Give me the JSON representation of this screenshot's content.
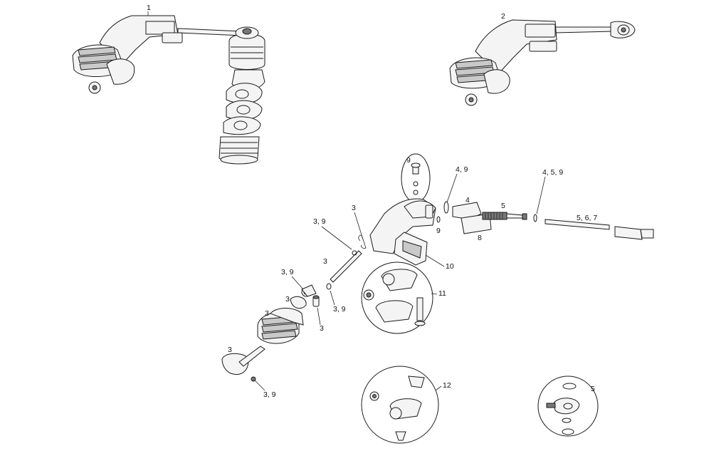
{
  "labels": {
    "a1": "1",
    "a2": "2",
    "p9_top": "9",
    "p4_9": "4, 9",
    "p4_5_9": "4, 5, 9",
    "p3_top": "3",
    "p4": "4",
    "p5_mid": "5",
    "p3_9_a": "3, 9",
    "p9_mid": "9",
    "p8": "8",
    "p5_6_7": "5, 6, 7",
    "p10": "10",
    "p3_mid": "3",
    "p3_9_b": "3, 9",
    "p11": "11",
    "p3_c": "3",
    "p3_9_c": "3, 9",
    "p3_d": "3",
    "p3_e": "3",
    "p3_f": "3",
    "p3_9_d": "3, 9",
    "p12": "12",
    "p5_detail": "5"
  }
}
